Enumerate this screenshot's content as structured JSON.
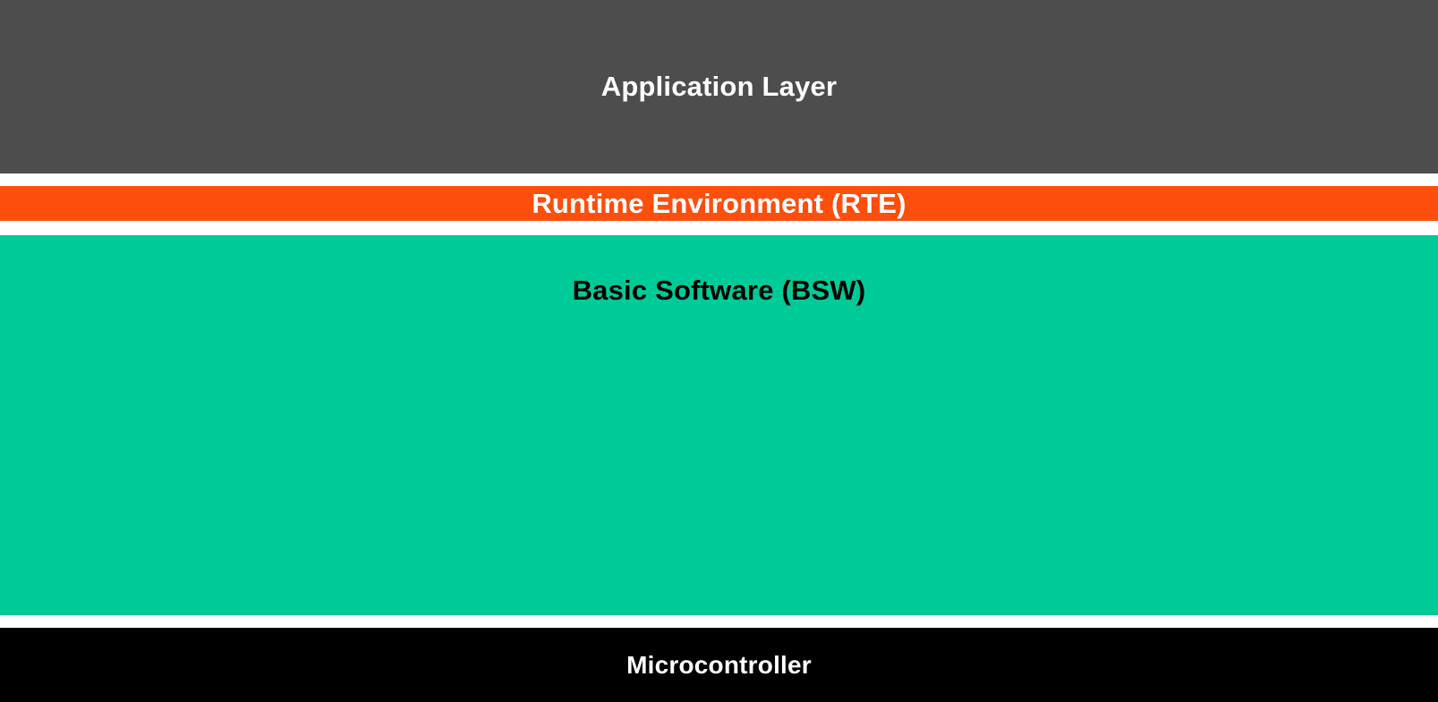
{
  "page": {
    "background_color": "#FFFFFF"
  },
  "diagram": {
    "type": "layered-architecture",
    "layers": [
      {
        "id": "application",
        "label": "Application Layer",
        "bg_color": "#4D4D4D",
        "text_color": "#FFFFFF"
      },
      {
        "id": "rte",
        "label": "Runtime Environment (RTE)",
        "bg_color": "#FC4E0C",
        "text_color": "#FFFFFF"
      },
      {
        "id": "bsw",
        "label": "Basic Software (BSW)",
        "bg_color": "#00CB98",
        "text_color": "#000000"
      },
      {
        "id": "microcontroller",
        "label": "Microcontroller",
        "bg_color": "#000000",
        "text_color": "#FFFFFF"
      }
    ]
  }
}
